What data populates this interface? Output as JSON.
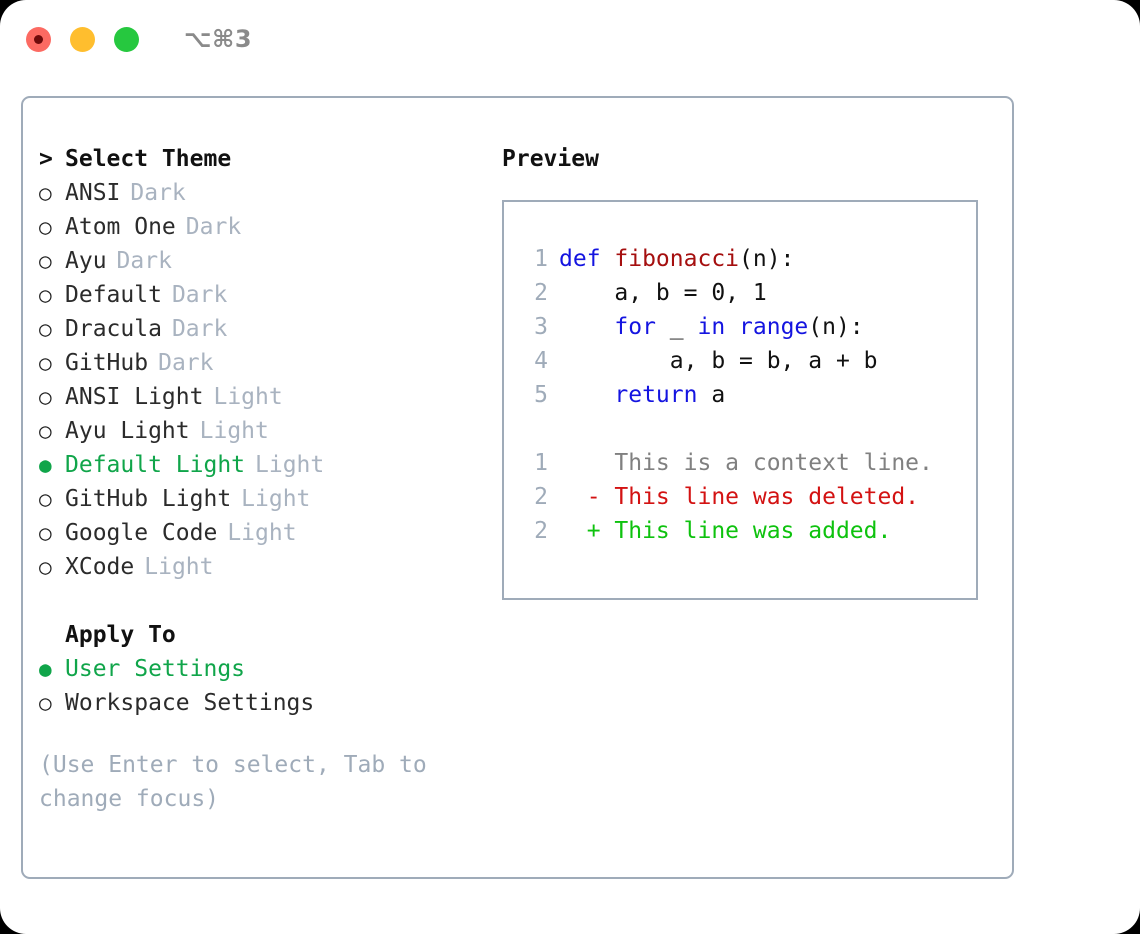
{
  "titlebar": {
    "shortcut": "⌥⌘3",
    "buttons": [
      {
        "name": "close",
        "color": "#fc6a62"
      },
      {
        "name": "minimize",
        "color": "#ffbe2e"
      },
      {
        "name": "maximize",
        "color": "#26c83f"
      }
    ]
  },
  "theme_picker": {
    "heading": "Select Theme",
    "heading_marker": ">",
    "bullet_unselected": "○",
    "bullet_selected": "●",
    "items": [
      {
        "label": "ANSI",
        "tag": "Dark",
        "selected": false
      },
      {
        "label": "Atom One",
        "tag": "Dark",
        "selected": false
      },
      {
        "label": "Ayu",
        "tag": "Dark",
        "selected": false
      },
      {
        "label": "Default",
        "tag": "Dark",
        "selected": false
      },
      {
        "label": "Dracula",
        "tag": "Dark",
        "selected": false
      },
      {
        "label": "GitHub",
        "tag": "Dark",
        "selected": false
      },
      {
        "label": "ANSI Light",
        "tag": "Light",
        "selected": false
      },
      {
        "label": "Ayu Light",
        "tag": "Light",
        "selected": false
      },
      {
        "label": "Default Light",
        "tag": "Light",
        "selected": true
      },
      {
        "label": "GitHub Light",
        "tag": "Light",
        "selected": false
      },
      {
        "label": "Google Code",
        "tag": "Light",
        "selected": false
      },
      {
        "label": "XCode",
        "tag": "Light",
        "selected": false
      }
    ]
  },
  "apply_to": {
    "heading": "Apply To",
    "items": [
      {
        "label": "User Settings",
        "selected": true
      },
      {
        "label": "Workspace Settings",
        "selected": false
      }
    ]
  },
  "hint": "(Use Enter to select, Tab to change focus)",
  "preview": {
    "title": "Preview",
    "code": [
      {
        "n": "1",
        "segments": [
          {
            "t": "def ",
            "c": "kw"
          },
          {
            "t": "fibonacci",
            "c": "fn"
          },
          {
            "t": "(n):",
            "c": "plain"
          }
        ]
      },
      {
        "n": "2",
        "segments": [
          {
            "t": "    a, b = 0, 1",
            "c": "plain"
          }
        ]
      },
      {
        "n": "3",
        "segments": [
          {
            "t": "    for ",
            "c": "kw"
          },
          {
            "t": "_ ",
            "c": "plain"
          },
          {
            "t": "in range",
            "c": "kw"
          },
          {
            "t": "(n):",
            "c": "plain"
          }
        ]
      },
      {
        "n": "4",
        "segments": [
          {
            "t": "        a, b = b, a + b",
            "c": "plain"
          }
        ]
      },
      {
        "n": "5",
        "segments": [
          {
            "t": "    return ",
            "c": "kw"
          },
          {
            "t": "a",
            "c": "plain"
          }
        ]
      }
    ],
    "diff": [
      {
        "n": "1",
        "marker": "  ",
        "text": "This is a context line.",
        "kind": "ctx"
      },
      {
        "n": "2",
        "marker": "- ",
        "text": "This line was deleted.",
        "kind": "del"
      },
      {
        "n": "2",
        "marker": "+ ",
        "text": "This line was added.",
        "kind": "add"
      }
    ]
  },
  "colors": {
    "accent_green": "#10a54a",
    "diff_add": "#0ec20e",
    "diff_del": "#d31212",
    "keyword_blue": "#1414e0",
    "function_red": "#a50f0f",
    "muted": "#9fabb9",
    "border": "#9fabb9"
  }
}
